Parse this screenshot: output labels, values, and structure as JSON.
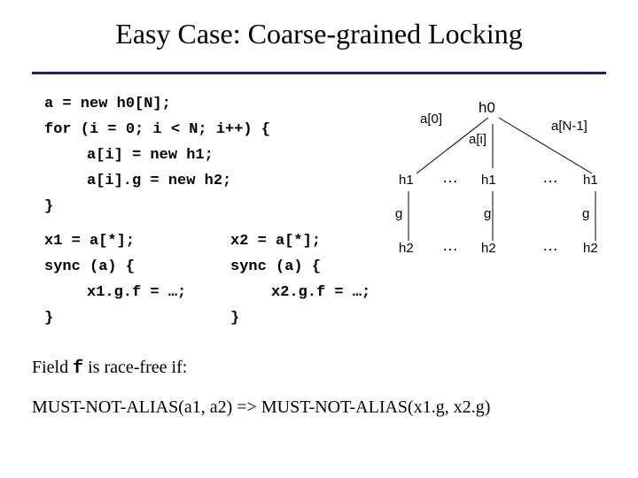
{
  "slide": {
    "title": "Easy Case: Coarse-grained Locking"
  },
  "code": {
    "line1": "a = new h0[N];",
    "line2": "for (i = 0; i < N; i++) {",
    "line3": "a[i] = new h1;",
    "line4": "a[i].g = new h2;",
    "line5": "}",
    "left_block": [
      "x1 = a[*];",
      "sync (a) {",
      "x1.g.f = …;",
      "}"
    ],
    "right_block": [
      "x2 = a[*];",
      "sync (a) {",
      "x2.g.f = …;",
      "}"
    ]
  },
  "diagram": {
    "root": "h0",
    "edge_first": "a[0]",
    "edge_mid": "a[i]",
    "edge_last": "a[N-1]",
    "level1": [
      "h1",
      "h1",
      "h1"
    ],
    "field": [
      "g",
      "g",
      "g"
    ],
    "level2": [
      "h2",
      "h2",
      "h2"
    ],
    "ellipsis": "…",
    "colors": {
      "line": "#000000"
    }
  },
  "footer": {
    "text_before": "Field ",
    "field_name": "f",
    "text_after": " is race-free if:",
    "condition_line": "MUST-NOT-ALIAS(a1, a2) => MUST-NOT-ALIAS(x1.g, x2.g)"
  }
}
